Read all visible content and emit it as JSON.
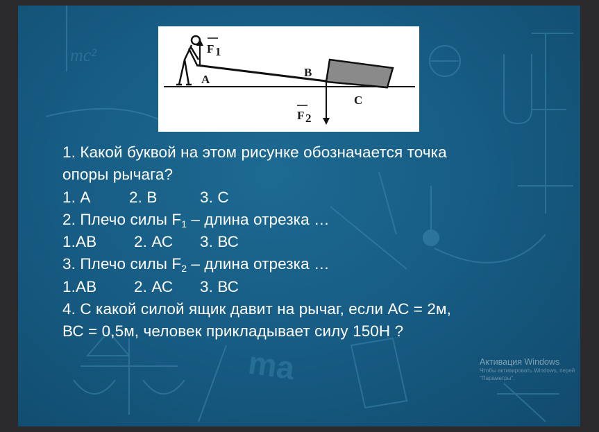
{
  "figure": {
    "label_f1": "F",
    "label_f1_sub": "1",
    "label_a": "A",
    "label_b": "B",
    "label_c": "C",
    "label_f2": "F",
    "label_f2_sub": "2"
  },
  "questions": {
    "q1_line1": "1. Какой буквой на этом рисунке обозначается точка",
    "q1_line2": "опоры рычага?",
    "q1_options": [
      "1. А",
      "2. В",
      "3. С"
    ],
    "q2_prefix": "2. Плечо силы F",
    "q2_sub": "1",
    "q2_suffix": " – длина отрезка …",
    "q2_options": [
      "1.АВ",
      "2. АС",
      "3. ВС"
    ],
    "q3_prefix": "3. Плечо силы F",
    "q3_sub": "2",
    "q3_suffix": " – длина отрезка …",
    "q3_options": [
      "1.АВ",
      "2. АС",
      "3. ВС"
    ],
    "q4_line1": "4. С какой силой ящик давит на рычаг, если АС = 2м,",
    "q4_line2": "ВС = 0,5м, человек прикладывает силу 150Н ?"
  },
  "watermark": {
    "title": "Активация Windows",
    "line1": "Чтобы активировать Windows, перей",
    "line2": "\"Параметры\"."
  },
  "background": {
    "decor_mc2": "mc²",
    "decor_ma": "ma"
  },
  "colors": {
    "slide_bg": "#175d85",
    "text": "#ffffff",
    "frame": "#2b2b2d"
  }
}
